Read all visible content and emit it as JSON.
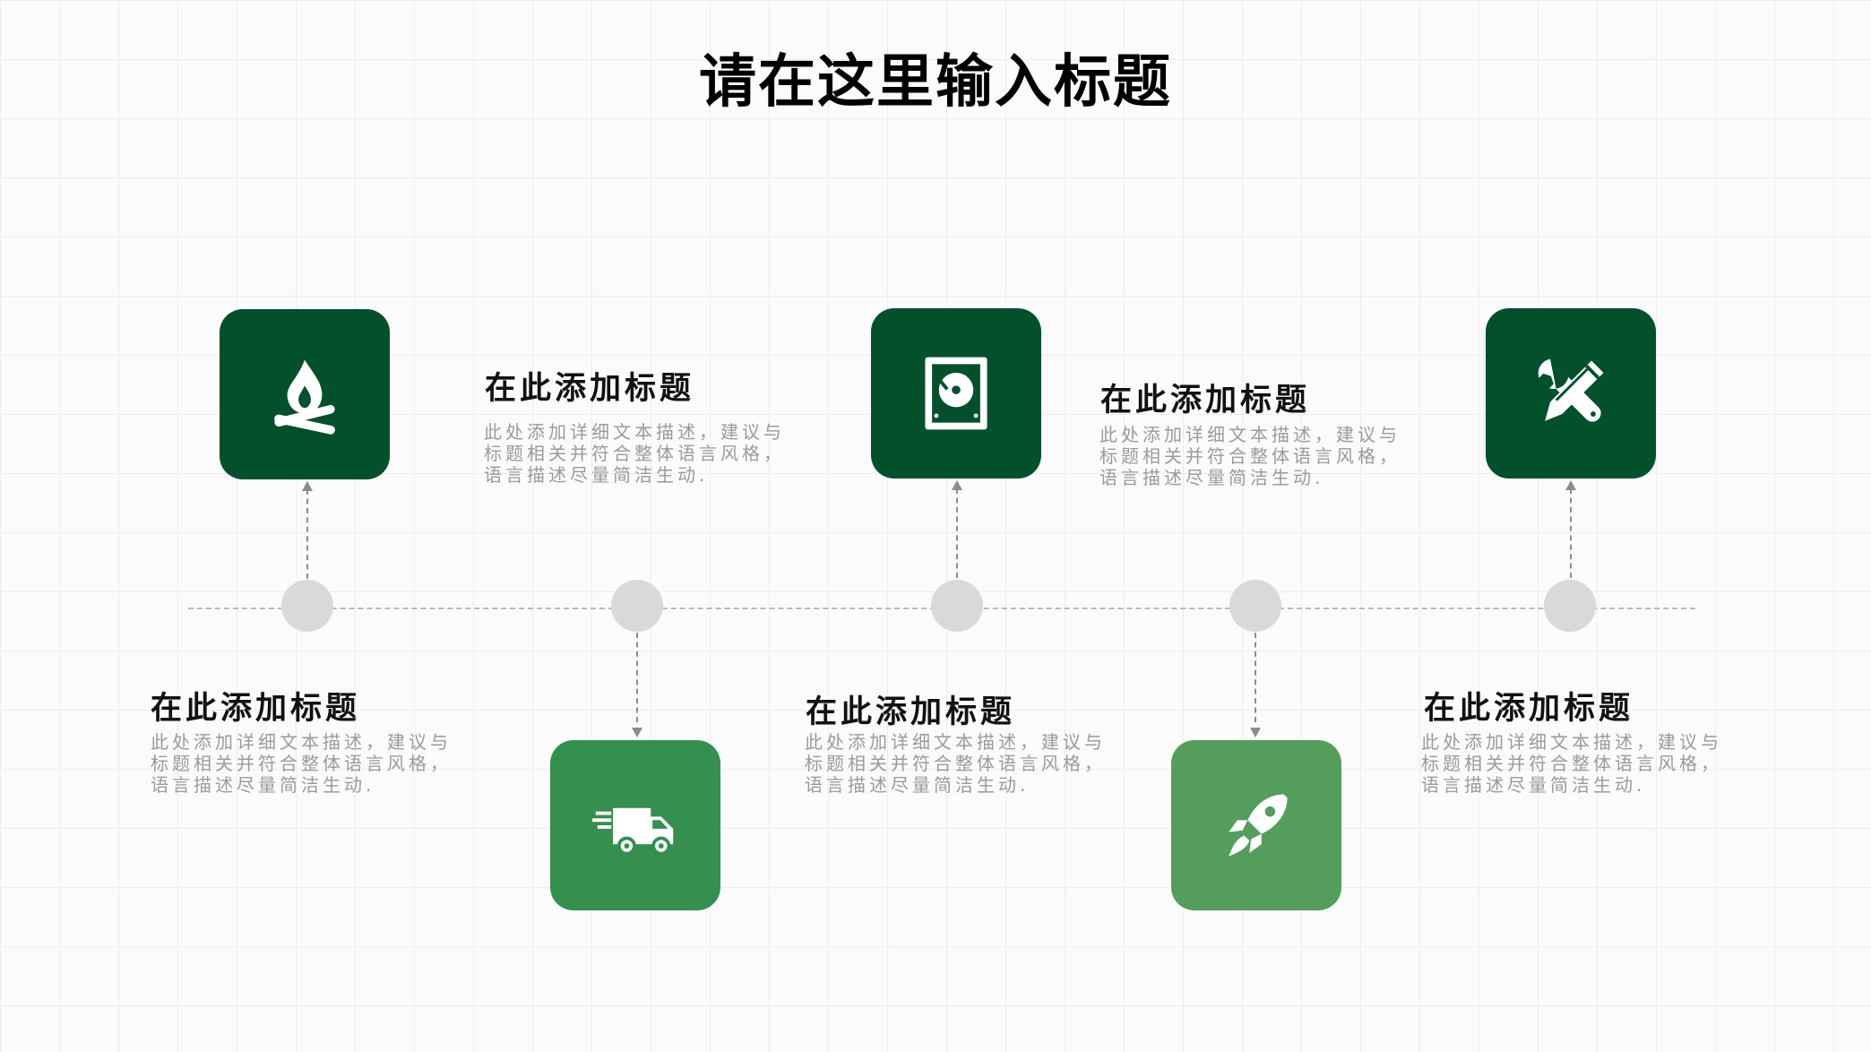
{
  "title": "请在这里输入标题",
  "colors": {
    "dark_green": "#03502C",
    "mid_green": "#358F4F",
    "light_green": "#559D5C",
    "node_gray": "#D9D9D9"
  },
  "items": [
    {
      "title": "在此添加标题",
      "description": "此处添加详细文本描述，建议与标题相关并符合整体语言风格，语言描述尽量简洁生动.",
      "icon": "campfire-icon",
      "color": "#03502C"
    },
    {
      "title": "在此添加标题",
      "description": "此处添加详细文本描述，建议与标题相关并符合整体语言风格，语言描述尽量简洁生动.",
      "icon": "delivery-truck-icon",
      "color": "#358F4F"
    },
    {
      "title": "在此添加标题",
      "description": "此处添加详细文本描述，建议与标题相关并符合整体语言风格，语言描述尽量简洁生动.",
      "icon": "hard-drive-icon",
      "color": "#03502C"
    },
    {
      "title": "在此添加标题",
      "description": "此处添加详细文本描述，建议与标题相关并符合整体语言风格，语言描述尽量简洁生动.",
      "icon": "rocket-icon",
      "color": "#559D5C"
    },
    {
      "title": "在此添加标题",
      "description": "此处添加详细文本描述，建议与标题相关并符合整体语言风格，语言描述尽量简洁生动.",
      "icon": "tools-icon",
      "color": "#03502C"
    }
  ]
}
